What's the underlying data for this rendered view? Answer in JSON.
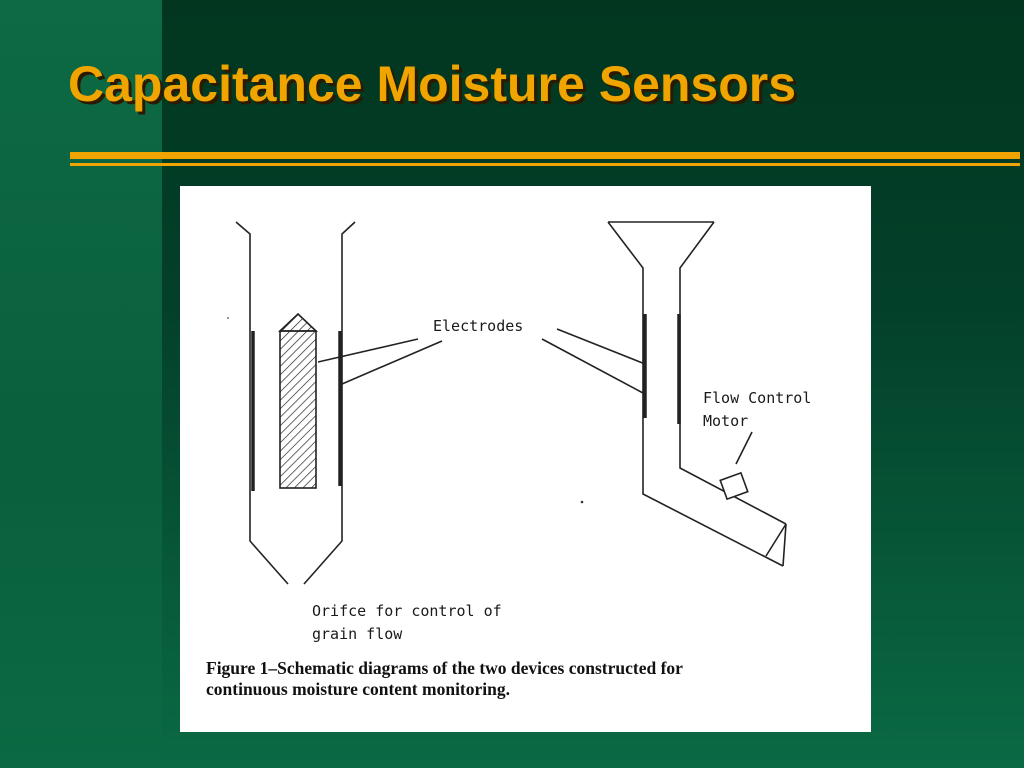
{
  "slide": {
    "title": "Capacitance Moisture Sensors"
  },
  "figure": {
    "labels": {
      "electrodes": "Electrodes",
      "flow_control_line1": "Flow Control",
      "flow_control_line2": "Motor",
      "orifice_line1": "Orifce for control of",
      "orifice_line2": "grain flow"
    },
    "caption_line1": "Figure 1–Schematic diagrams of the two devices constructed for",
    "caption_line2": "continuous moisture content monitoring."
  },
  "colors": {
    "title": "#f0a400",
    "rule": "#f0a400",
    "background_green": "#0a5a38",
    "dark_green": "#02361f"
  }
}
